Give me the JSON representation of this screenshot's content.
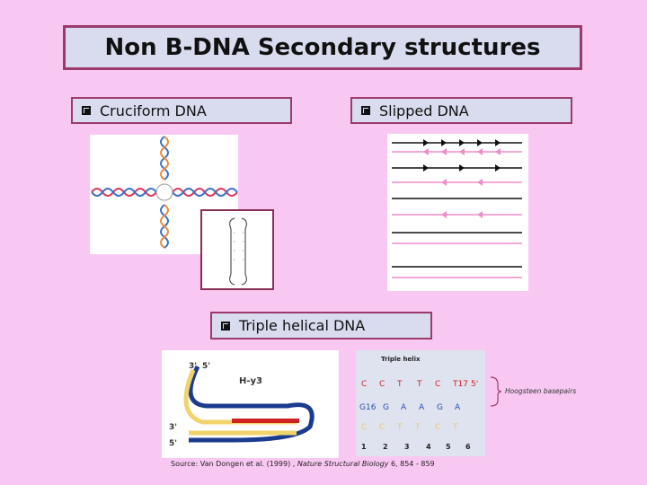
{
  "slide": {
    "title": "Non B-DNA Secondary structures",
    "bullets": {
      "cruciform": "Cruciform DNA",
      "slipped": "Slipped DNA",
      "triple": "Triple helical DNA"
    },
    "triple_figure": {
      "h_label": "H-y3",
      "strand_labels": [
        "3'",
        "5'",
        "3'",
        "5'"
      ],
      "table_title": "Triple helix",
      "row1": [
        "C",
        "C",
        "T",
        "T",
        "C",
        "T17",
        "5'"
      ],
      "row2": [
        "G16",
        "G",
        "A",
        "A",
        "G",
        "A"
      ],
      "row3": [
        "C",
        "C",
        "T",
        "T",
        "C",
        "T"
      ],
      "numbers": [
        "1",
        "2",
        "3",
        "4",
        "5",
        "6"
      ],
      "bracket_note": "Hoogsteen basepairs"
    },
    "source": {
      "prefix": "Source: Van Dongen et al. (1999) ,",
      "journal": "Nature Structural Biology",
      "suffix": "6, 854 - 859"
    },
    "colors": {
      "background": "#f9c8f2",
      "box_fill": "#d9dcef",
      "box_border": "#9b3a6b"
    }
  }
}
